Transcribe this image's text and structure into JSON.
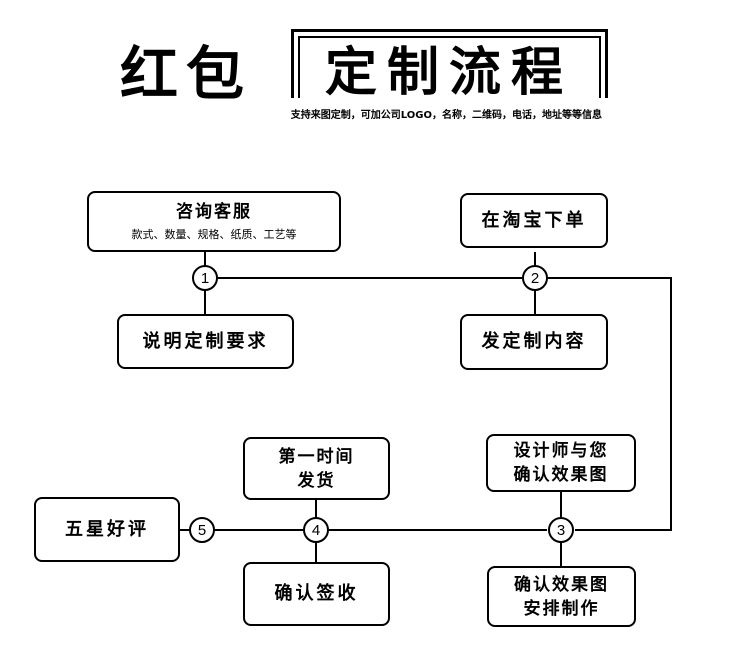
{
  "header": {
    "title_main": "红包",
    "title_framed": "定制流程",
    "subtitle": "支持来图定制，可加公司LOGO，名称，二维码，电话，地址等等信息"
  },
  "steps": {
    "consult_title": "咨询客服",
    "consult_detail": "款式、数量、规格、纸质、工艺等",
    "explain": "说明定制要求",
    "order": "在淘宝下单",
    "send_content": "发定制内容",
    "designer_line1": "设计师与您",
    "designer_line2": "确认效果图",
    "produce_line1": "确认效果图",
    "produce_line2": "安排制作",
    "ship_line1": "第一时间",
    "ship_line2": "发货",
    "receive": "确认签收",
    "review": "五星好评"
  },
  "nodes": {
    "n1": "1",
    "n2": "2",
    "n3": "3",
    "n4": "4",
    "n5": "5"
  }
}
